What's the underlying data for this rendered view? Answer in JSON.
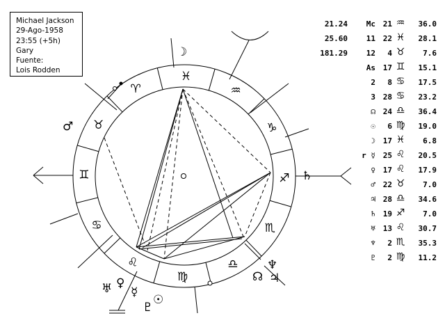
{
  "info": {
    "name": "Michael Jackson",
    "date": "29-Ago-1958",
    "time": "23:55 (+5h)",
    "place": "Gary",
    "source_label": "Fuente:",
    "source": "Lois Rodden"
  },
  "extra_values": [
    "21.24",
    "25.60",
    "181.29"
  ],
  "table": [
    {
      "label": "Mc",
      "deg": "21",
      "sign": "♒",
      "min": "36.0"
    },
    {
      "label": "11",
      "deg": "22",
      "sign": "♓",
      "min": "28.1"
    },
    {
      "label": "12",
      "deg": "4",
      "sign": "♉",
      "min": "7.6"
    },
    {
      "label": "As",
      "deg": "17",
      "sign": "♊",
      "min": "15.1"
    },
    {
      "label": "2",
      "deg": "8",
      "sign": "♋",
      "min": "17.5"
    },
    {
      "label": "3",
      "deg": "28",
      "sign": "♋",
      "min": "23.2"
    },
    {
      "label": "☊",
      "deg": "24",
      "sign": "♎",
      "min": "36.4"
    },
    {
      "label": "☉",
      "deg": "6",
      "sign": "♍",
      "min": "19.0"
    },
    {
      "label": "☽",
      "deg": "17",
      "sign": "♓",
      "min": "6.8"
    },
    {
      "label": "r ☿",
      "deg": "25",
      "sign": "♌",
      "min": "20.5"
    },
    {
      "label": "♀",
      "deg": "17",
      "sign": "♌",
      "min": "17.9"
    },
    {
      "label": "♂",
      "deg": "22",
      "sign": "♉",
      "min": "7.0"
    },
    {
      "label": "♃",
      "deg": "28",
      "sign": "♎",
      "min": "34.6"
    },
    {
      "label": "♄",
      "deg": "19",
      "sign": "♐",
      "min": "7.0"
    },
    {
      "label": "♅",
      "deg": "13",
      "sign": "♌",
      "min": "30.7"
    },
    {
      "label": "♆",
      "deg": "2",
      "sign": "♏",
      "min": "35.3"
    },
    {
      "label": "♇",
      "deg": "2",
      "sign": "♍",
      "min": "11.2"
    }
  ],
  "chart": {
    "signs": [
      "♈",
      "♉",
      "♊",
      "♋",
      "♌",
      "♍",
      "♎",
      "♏",
      "♐",
      "♑",
      "♒",
      "♓"
    ],
    "planets": {
      "moon": "☽",
      "mars": "♂",
      "saturn": "♄",
      "uranus": "♅",
      "venus": "♀",
      "mercury": "☿",
      "pluto": "♇",
      "sun": "☉",
      "neptune": "♆",
      "jupiter": "♃",
      "node": "☊"
    }
  }
}
